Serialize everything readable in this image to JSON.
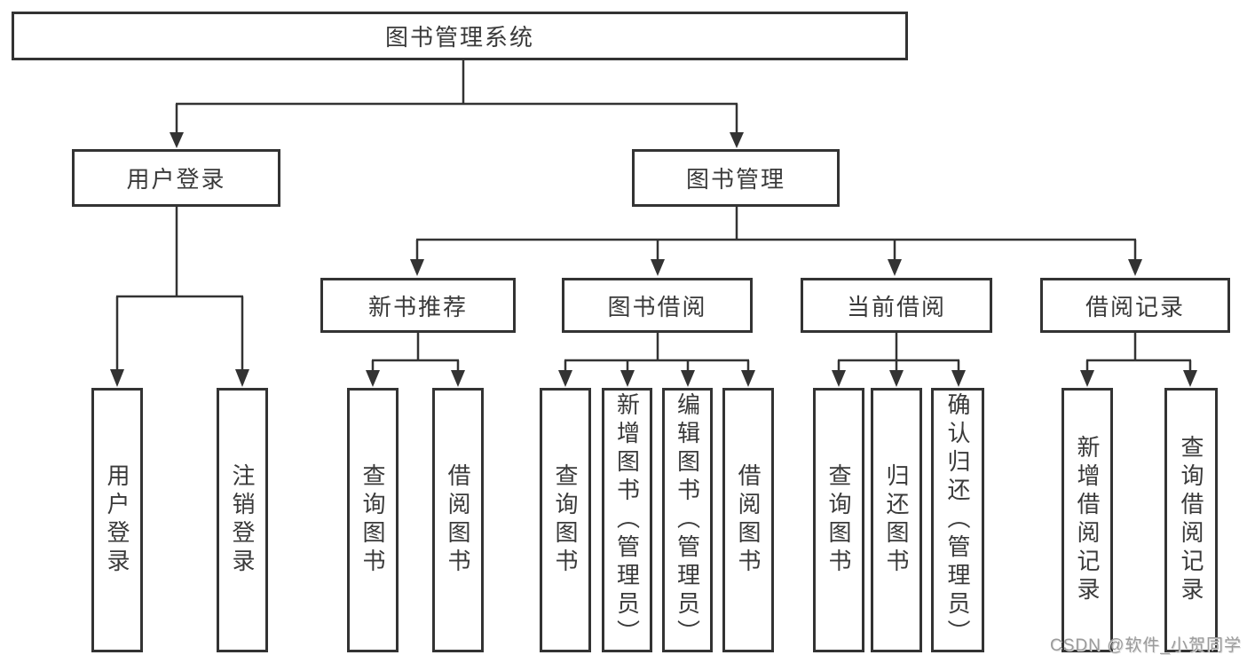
{
  "diagram": {
    "type": "hierarchy-tree",
    "tree": {
      "label": "图书管理系统",
      "children": [
        {
          "label": "用户登录",
          "children": [
            {
              "label": "用户登录"
            },
            {
              "label": "注销登录"
            }
          ]
        },
        {
          "label": "图书管理",
          "children": [
            {
              "label": "新书推荐",
              "children": [
                {
                  "label": "查询图书"
                },
                {
                  "label": "借阅图书"
                }
              ]
            },
            {
              "label": "图书借阅",
              "children": [
                {
                  "label": "查询图书"
                },
                {
                  "label": "新增图书（管理员）"
                },
                {
                  "label": "编辑图书（管理员）"
                },
                {
                  "label": "借阅图书"
                }
              ]
            },
            {
              "label": "当前借阅",
              "children": [
                {
                  "label": "查询图书"
                },
                {
                  "label": "归还图书"
                },
                {
                  "label": "确认归还（管理员）"
                }
              ]
            },
            {
              "label": "借阅记录",
              "children": [
                {
                  "label": "新增借阅记录"
                },
                {
                  "label": "查询借阅记录"
                }
              ]
            }
          ]
        }
      ]
    }
  },
  "watermark": {
    "text": "CSDN @软件_小贺同学"
  },
  "colors": {
    "line": "#333333",
    "text": "#3a3a3a",
    "background": "#ffffff",
    "watermark": "#9b9b9b"
  }
}
